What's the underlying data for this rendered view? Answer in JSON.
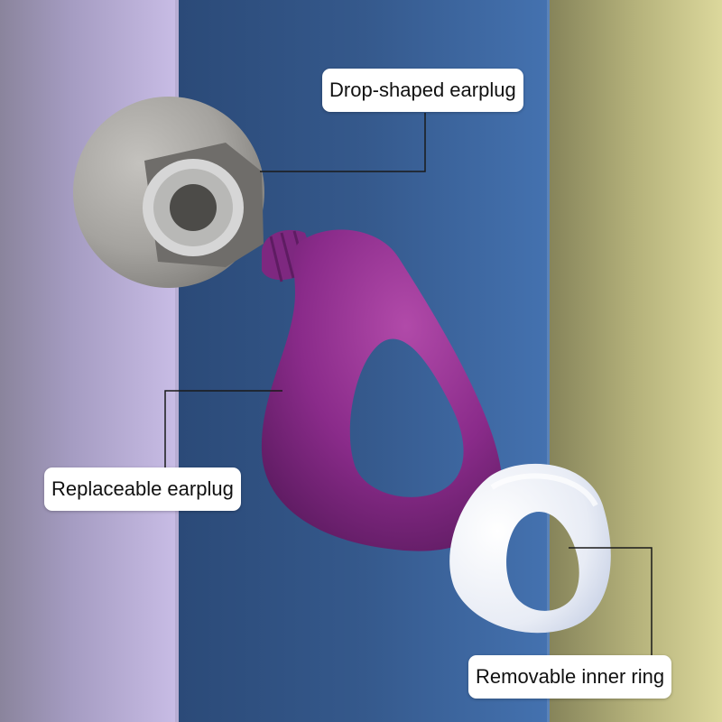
{
  "callouts": {
    "drop_shaped": "Drop-shaped earplug",
    "replaceable": "Replaceable earplug",
    "inner_ring": "Removable inner ring"
  },
  "colors": {
    "left_panel": "#a59cc2",
    "center_panel": "#35598c",
    "right_panel": "#b5b27b",
    "earplug_body": "#8a2b8a",
    "ear_tip": "#a5a39f",
    "inner_ring": "#e8ecf5"
  },
  "objects": [
    "drop-shaped-ear-tip",
    "replaceable-earplug",
    "removable-inner-ring"
  ]
}
